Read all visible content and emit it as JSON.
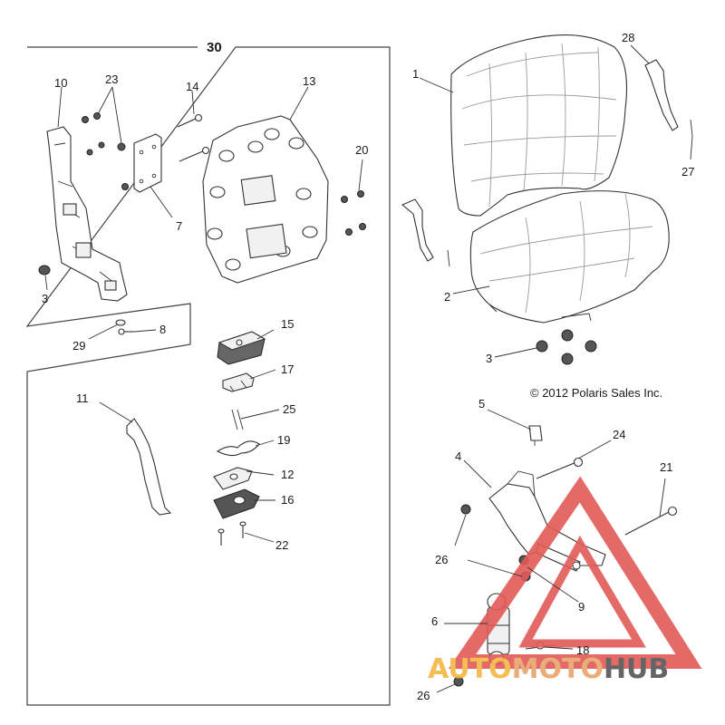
{
  "diagram": {
    "group_label": "30",
    "copyright": "© 2012 Polaris Sales Inc.",
    "watermark": {
      "part1": "AUTO",
      "part2": "MOTO",
      "part3": "HUB",
      "color_auto": "#f5b843",
      "color_moto": "#e8a56b",
      "color_hub": "#555555",
      "triangle_color": "#e25a57"
    },
    "callouts": [
      {
        "id": "c1",
        "text": "1"
      },
      {
        "id": "c2",
        "text": "2"
      },
      {
        "id": "c3a",
        "text": "3"
      },
      {
        "id": "c3b",
        "text": "3"
      },
      {
        "id": "c4",
        "text": "4"
      },
      {
        "id": "c5",
        "text": "5"
      },
      {
        "id": "c6",
        "text": "6"
      },
      {
        "id": "c7",
        "text": "7"
      },
      {
        "id": "c8",
        "text": "8"
      },
      {
        "id": "c9",
        "text": "9"
      },
      {
        "id": "c10",
        "text": "10"
      },
      {
        "id": "c11",
        "text": "11"
      },
      {
        "id": "c12",
        "text": "12"
      },
      {
        "id": "c13",
        "text": "13"
      },
      {
        "id": "c14",
        "text": "14"
      },
      {
        "id": "c15",
        "text": "15"
      },
      {
        "id": "c16",
        "text": "16"
      },
      {
        "id": "c17",
        "text": "17"
      },
      {
        "id": "c18",
        "text": "18"
      },
      {
        "id": "c19",
        "text": "19"
      },
      {
        "id": "c20",
        "text": "20"
      },
      {
        "id": "c21",
        "text": "21"
      },
      {
        "id": "c22",
        "text": "22"
      },
      {
        "id": "c23",
        "text": "23"
      },
      {
        "id": "c24",
        "text": "24"
      },
      {
        "id": "c25",
        "text": "25"
      },
      {
        "id": "c26a",
        "text": "26"
      },
      {
        "id": "c26b",
        "text": "26"
      },
      {
        "id": "c27",
        "text": "27"
      },
      {
        "id": "c28",
        "text": "28"
      },
      {
        "id": "c29",
        "text": "29"
      }
    ]
  }
}
